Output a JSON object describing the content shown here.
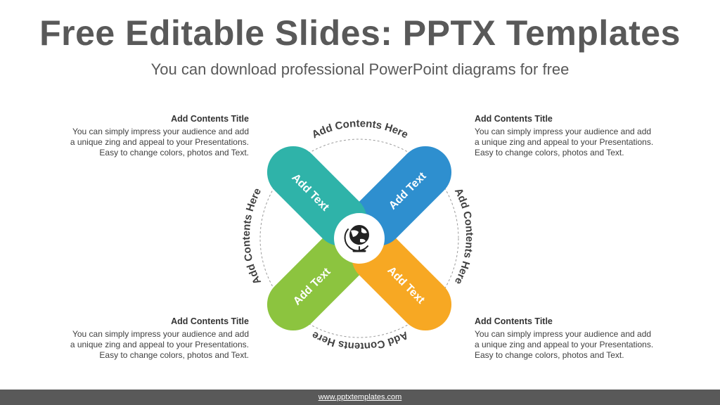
{
  "header": {
    "title": "Free Editable Slides: PPTX Templates",
    "subtitle": "You can download professional PowerPoint diagrams for free"
  },
  "blocks": {
    "top_left": {
      "title": "Add Contents Title",
      "lines": [
        "You can simply impress your audience and add",
        "a unique zing and appeal to your Presentations.",
        "Easy to change colors, photos and Text."
      ]
    },
    "top_right": {
      "title": "Add Contents Title",
      "lines": [
        "You can simply impress your audience and add",
        "a unique zing and appeal to your Presentations.",
        "Easy to change colors, photos and Text."
      ]
    },
    "bottom_left": {
      "title": "Add Contents Title",
      "lines": [
        "You can simply impress your audience and add",
        "a unique zing and appeal to your Presentations.",
        "Easy to change colors, photos and Text."
      ]
    },
    "bottom_right": {
      "title": "Add Contents Title",
      "lines": [
        "You can simply impress your audience and add",
        "a unique zing and appeal to your Presentations.",
        "Easy to change colors, photos and Text."
      ]
    }
  },
  "diagram": {
    "arc_labels": {
      "top": "Add Contents Here",
      "right": "Add Contents Here",
      "bottom": "Add Contents Here",
      "left": "Add Contents Here"
    },
    "arm_labels": {
      "top_left": "Add Text",
      "top_right": "Add Text",
      "bottom_left": "Add Text",
      "bottom_right": "Add Text"
    },
    "colors": {
      "top_left": "#2fb3a9",
      "top_right": "#2e8fcf",
      "bottom_left": "#8cc43f",
      "bottom_right": "#f7a823"
    },
    "center_icon": "globe-icon"
  },
  "footer": {
    "url": "www.pptxtemplates.com"
  }
}
